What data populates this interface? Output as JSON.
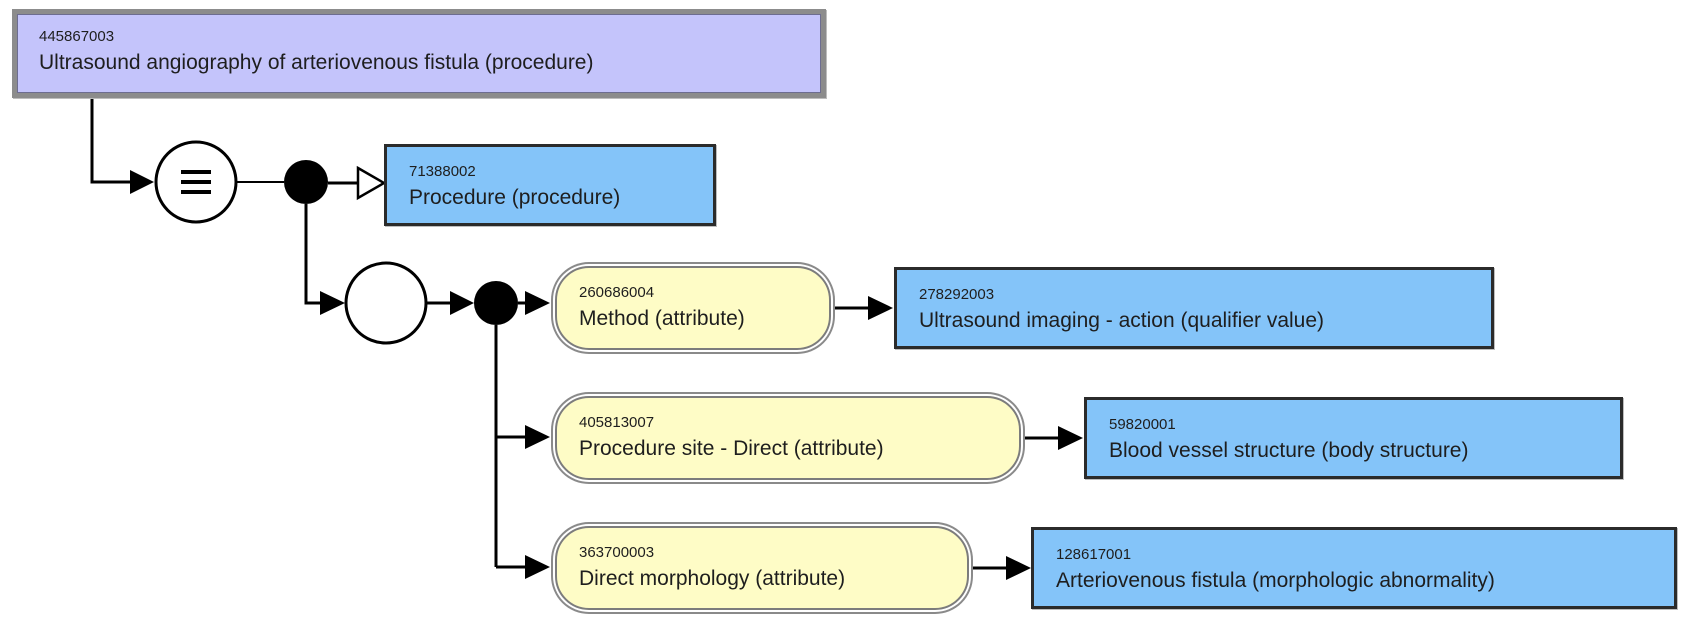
{
  "diagram": {
    "focus_concept": {
      "id": "445867003",
      "term": "Ultrasound angiography of arteriovenous fistula (procedure)",
      "fill": "#c4c4fb"
    },
    "definition_status_symbol": "≡",
    "parent": {
      "id": "71388002",
      "term": "Procedure (procedure)",
      "fill": "#84c4f9"
    },
    "attribute_group": {
      "attributes": [
        {
          "attribute": {
            "id": "260686004",
            "term": "Method (attribute)"
          },
          "value": {
            "id": "278292003",
            "term": "Ultrasound imaging - action (qualifier value)"
          }
        },
        {
          "attribute": {
            "id": "405813007",
            "term": "Procedure site - Direct (attribute)"
          },
          "value": {
            "id": "59820001",
            "term": "Blood vessel structure (body structure)"
          }
        },
        {
          "attribute": {
            "id": "363700003",
            "term": "Direct morphology (attribute)"
          },
          "value": {
            "id": "128617001",
            "term": "Arteriovenous fistula (morphologic abnormality)"
          }
        }
      ]
    },
    "colors": {
      "defined_concept": "#c4c4fb",
      "primitive_concept": "#84c4f9",
      "attribute": "#fefcc6",
      "line": "#000000"
    }
  }
}
